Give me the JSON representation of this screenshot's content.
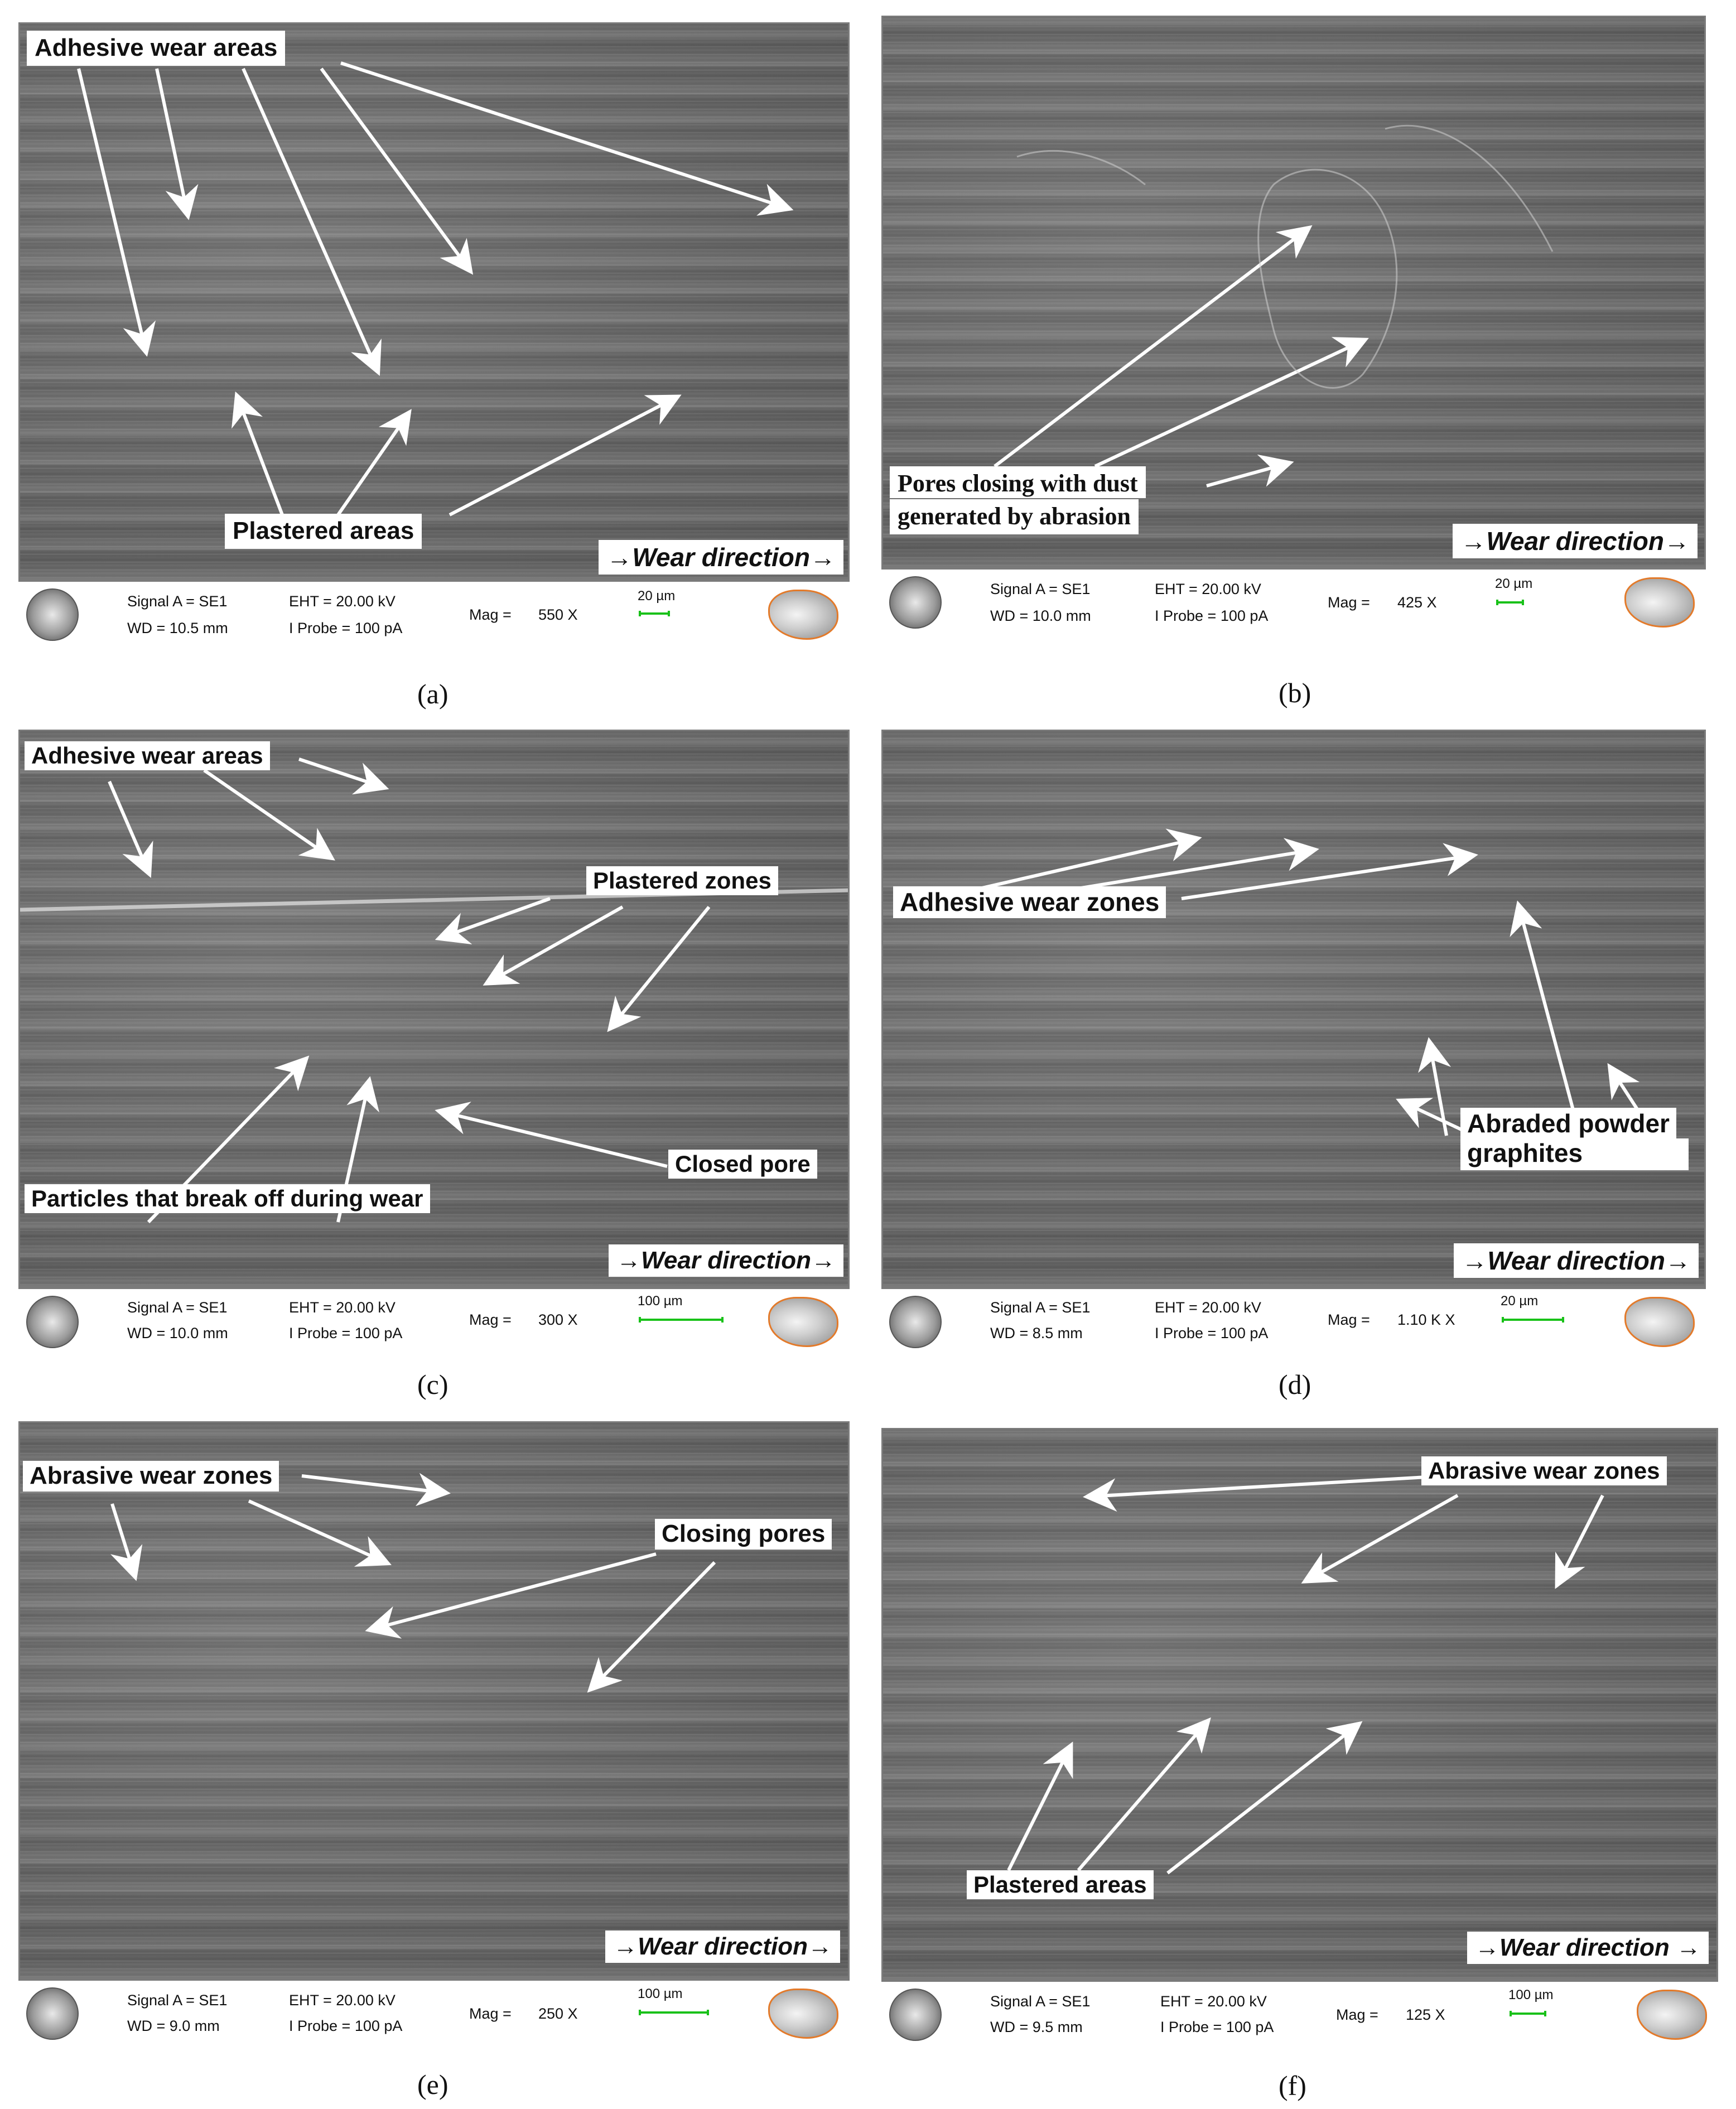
{
  "panels": [
    {
      "id": "a",
      "caption": "(a)",
      "labels": [
        "Adhesive wear areas",
        "Plastered areas"
      ],
      "wear_direction": "→Wear direction→",
      "info": {
        "signal": "Signal A = SE1",
        "wd": "WD = 10.5 mm",
        "eht": "EHT = 20.00 kV",
        "probe": "I Probe =    100 pA",
        "mag_label": "Mag =",
        "mag_value": "550 X",
        "scale": "20 µm"
      }
    },
    {
      "id": "b",
      "caption": "(b)",
      "labels": [
        "Pores closing with dust",
        "generated by abrasion"
      ],
      "wear_direction": "→Wear direction→",
      "info": {
        "signal": "Signal A = SE1",
        "wd": "WD = 10.0 mm",
        "eht": "EHT = 20.00 kV",
        "probe": "I Probe =    100 pA",
        "mag_label": "Mag =",
        "mag_value": "425 X",
        "scale": "20 µm"
      }
    },
    {
      "id": "c",
      "caption": "(c)",
      "labels": [
        "Adhesive wear areas",
        "Plastered zones",
        "Closed pore",
        "Particles that break off during wear"
      ],
      "wear_direction": "→Wear direction→",
      "info": {
        "signal": "Signal A = SE1",
        "wd": "WD = 10.0 mm",
        "eht": "EHT = 20.00 kV",
        "probe": "I Probe =    100 pA",
        "mag_label": "Mag =",
        "mag_value": "300 X",
        "scale": "100 µm"
      }
    },
    {
      "id": "d",
      "caption": "(d)",
      "labels": [
        "Adhesive wear zones",
        "Abraded powder",
        "graphites"
      ],
      "wear_direction": "→Wear direction→",
      "info": {
        "signal": "Signal A = SE1",
        "wd": "WD =  8.5 mm",
        "eht": "EHT = 20.00 kV",
        "probe": "I Probe =    100 pA",
        "mag_label": "Mag =",
        "mag_value": "1.10 K X",
        "scale": "20 µm"
      }
    },
    {
      "id": "e",
      "caption": "(e)",
      "labels": [
        "Abrasive wear zones",
        "Closing pores"
      ],
      "wear_direction": "→Wear direction→",
      "info": {
        "signal": "Signal A = SE1",
        "wd": "WD =  9.0 mm",
        "eht": "EHT = 20.00 kV",
        "probe": "I Probe =    100 pA",
        "mag_label": "Mag =",
        "mag_value": "250 X",
        "scale": "100 µm"
      }
    },
    {
      "id": "f",
      "caption": "(f)",
      "labels": [
        "Abrasive wear zones",
        "Plastered areas"
      ],
      "wear_direction": "→Wear direction →",
      "info": {
        "signal": "Signal A = SE1",
        "wd": "WD =  9.5 mm",
        "eht": "EHT = 20.00 kV",
        "probe": "I Probe =    100 pA",
        "mag_label": "Mag =",
        "mag_value": "125 X",
        "scale": "100 µm"
      }
    }
  ]
}
